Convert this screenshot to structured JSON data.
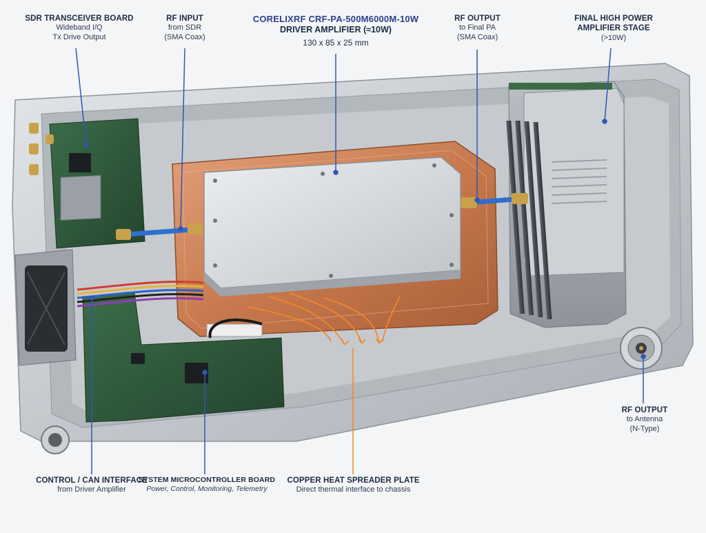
{
  "title": {
    "line1": "CORELIXRF CRF-PA-500M6000M-10W",
    "line2": "DRIVER AMPLIFIER (≈10W)",
    "dimensions": "130 x 85 x 25 mm"
  },
  "labels": {
    "sdr_board": {
      "title": "SDR TRANSCEIVER BOARD",
      "line2": "Wideband I/Q",
      "line3": "Tx Drive Output"
    },
    "rf_input": {
      "title": "RF INPUT",
      "line2": "from SDR",
      "line3": "(SMA Coax)"
    },
    "rf_output_pa": {
      "title": "RF OUTPUT",
      "line2": "to Final PA",
      "line3": "(SMA Coax)"
    },
    "final_stage": {
      "title": "FINAL HIGH POWER",
      "line2": "AMPLIFIER STAGE",
      "line3": "(>10W)"
    },
    "rf_output_antenna": {
      "title": "RF OUTPUT",
      "line2": "to Antenna",
      "line3": "(N-Type)"
    },
    "control_can": {
      "title": "CONTROL / CAN INTERFACE",
      "line2": "from Driver Amplifier"
    },
    "mcu_board": {
      "title": "SYSTEM MICROCONTROLLER BOARD",
      "line2": "Power, Control, Monitoring, Telemetry"
    },
    "heat_spreader": {
      "title": "COPPER HEAT SPREADER PLATE",
      "line2": "Direct thermal interface to chassis"
    }
  },
  "colors": {
    "leader_line": "#2f57b5",
    "heat_flow": "#f08a2a",
    "copper": "#c87a4e",
    "aluminum": "#c9cdd1",
    "pcb": "#2f5d3c",
    "coax": "#2e6fd0"
  }
}
